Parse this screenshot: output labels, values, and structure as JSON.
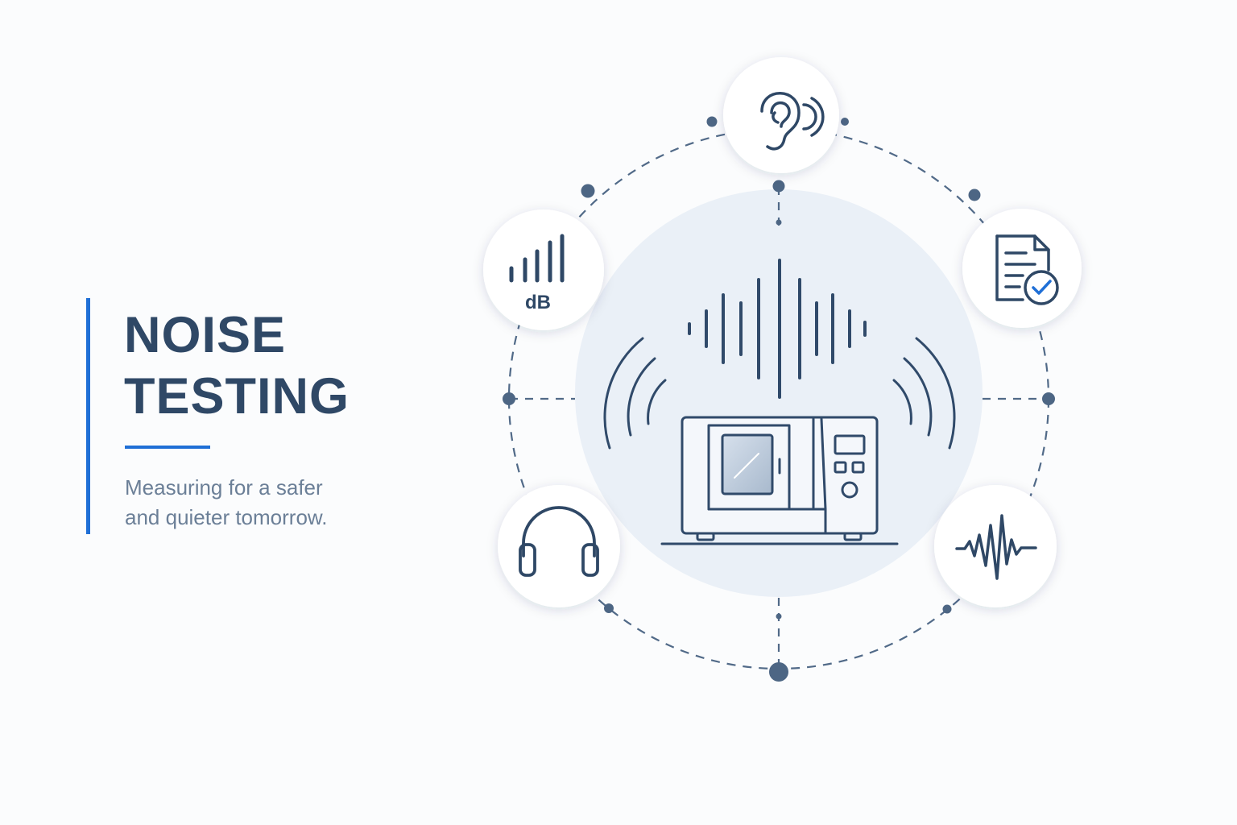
{
  "header": {
    "title_line1": "NOISE",
    "title_line2": "TESTING",
    "subtitle_line1": "Measuring for a safer",
    "subtitle_line2": "and quieter tomorrow."
  },
  "diagram": {
    "center": {
      "icon": "machine-emitting-sound-icon"
    },
    "nodes": [
      {
        "icon": "ear-listening-icon"
      },
      {
        "icon": "report-approved-icon"
      },
      {
        "icon": "waveform-icon"
      },
      {
        "icon": "headphones-icon"
      },
      {
        "icon": "decibel-meter-icon",
        "label": "dB"
      }
    ]
  },
  "colors": {
    "accent": "#1f6fd6",
    "ink": "#2f4866",
    "muted_text": "#6b7f97",
    "hub_fill": "#eaf0f7",
    "node_fill": "#ffffff",
    "dash": "#516a88"
  }
}
